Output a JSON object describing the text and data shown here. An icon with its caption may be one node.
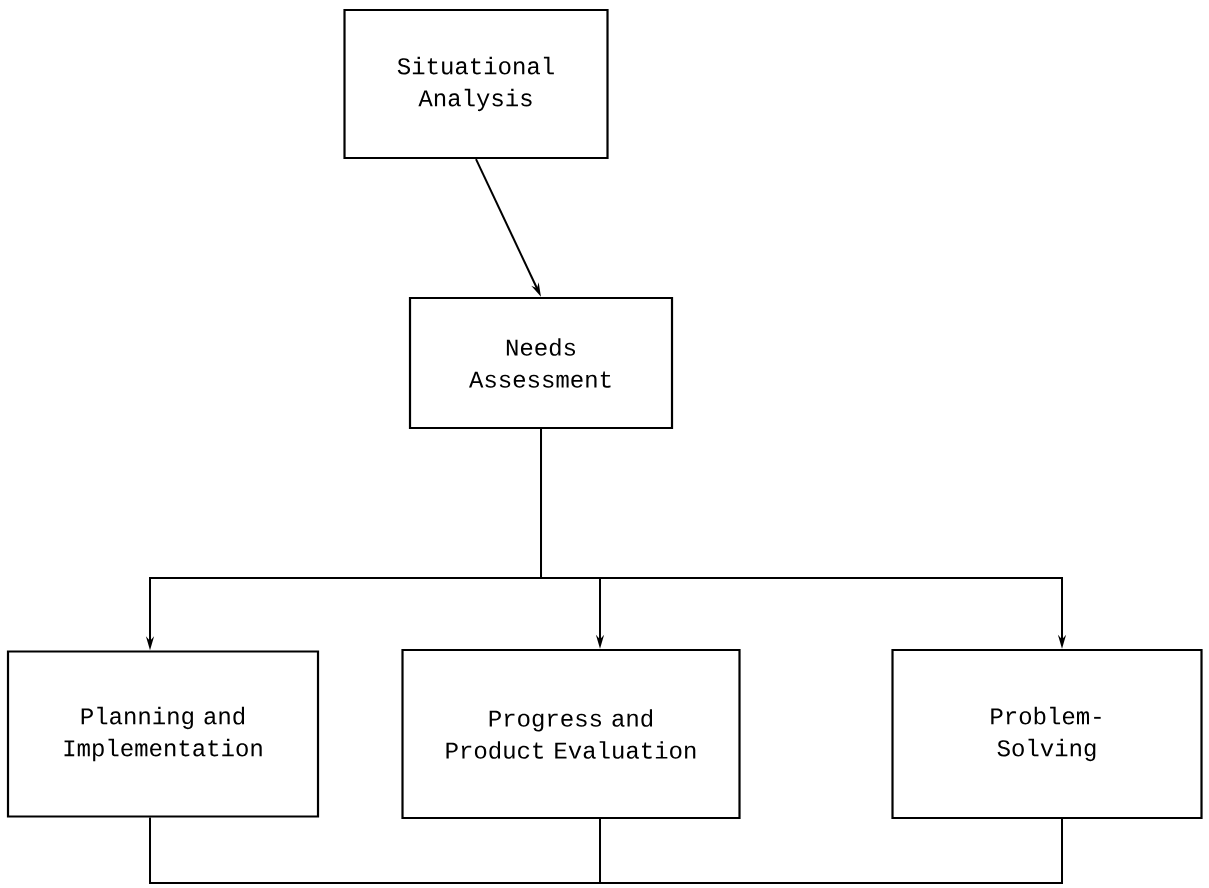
{
  "diagram": {
    "nodes": [
      {
        "text": [
          "Situational Analysis"
        ]
      },
      {
        "text": [
          "Needs Assessment"
        ]
      },
      {
        "text": [
          "Planning and Implementation"
        ]
      },
      {
        "text": [
          "Progress and Product Evaluation"
        ]
      },
      {
        "text": [
          "Problem-Solving"
        ]
      }
    ],
    "edges": [
      {
        "from": 0,
        "to": 1,
        "arrow": "to"
      },
      {
        "from": 1,
        "to": 2,
        "arrow": "to"
      },
      {
        "from": 1,
        "to": 3,
        "arrow": "to"
      },
      {
        "from": 1,
        "to": 4,
        "arrow": "to"
      },
      {
        "from": 2,
        "to": null,
        "arrow": "none"
      },
      {
        "from": 3,
        "to": null,
        "arrow": "none"
      },
      {
        "from": 4,
        "to": null,
        "arrow": "none"
      }
    ]
  }
}
